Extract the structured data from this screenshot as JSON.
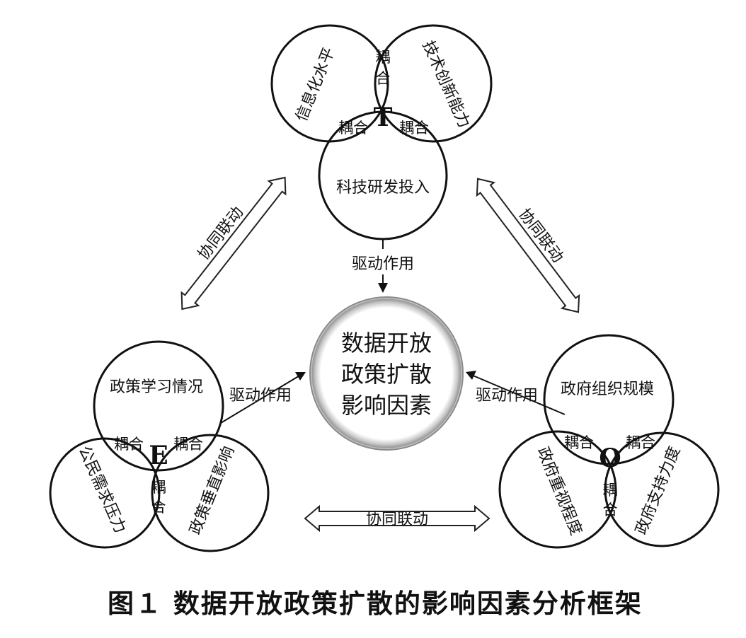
{
  "top_group": {
    "letter": "T",
    "circle_a": "信息化水平",
    "circle_b": "技术创新能力",
    "circle_c": "科技研发投入",
    "couple_ab": [
      "耦",
      "合"
    ],
    "couple_ac": "耦合",
    "couple_bc": "耦合"
  },
  "left_group": {
    "letter": "E",
    "circle_a": "政策学习情况",
    "circle_b": "公民需求压力",
    "circle_c": "政策垂直影响",
    "couple_ab": "耦合",
    "couple_ac": "耦合",
    "couple_bc": [
      "耦",
      "合"
    ]
  },
  "right_group": {
    "letter": "O",
    "circle_a": "政府组织规模",
    "circle_b": "政府重视程度",
    "circle_c": "政府支持力度",
    "couple_ab": "耦合",
    "couple_ac": "耦合",
    "couple_bc": [
      "耦",
      "合"
    ]
  },
  "center": {
    "lines": [
      "数据开放",
      "政策扩散",
      "影响因素"
    ]
  },
  "labels": {
    "drive_top": "驱动作用",
    "drive_left": "驱动作用",
    "drive_right": "驱动作用",
    "sync_left": "协同联动",
    "sync_right": "协同联动",
    "sync_bottom": "协同联动"
  },
  "caption": "图１  数据开放政策扩散的影响因素分析框架"
}
